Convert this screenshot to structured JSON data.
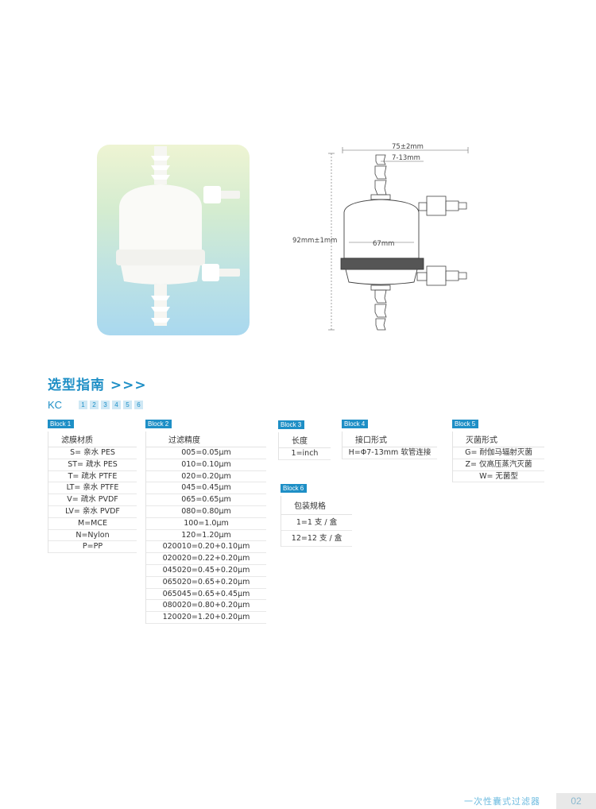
{
  "section_title": "选型指南 >>>",
  "code": {
    "prefix": "KC",
    "boxes": [
      "1",
      "2",
      "3",
      "4",
      "5",
      "6"
    ]
  },
  "drawing": {
    "width_label": "75±2mm",
    "connector_label": "7-13mm",
    "height_label": "92mm±1mm",
    "diameter_label": "67mm"
  },
  "blocks": {
    "b1": {
      "tag": "Block 1",
      "head": "滤膜材质",
      "rows": [
        "S= 亲水 PES",
        "ST= 疏水 PES",
        "T= 疏水 PTFE",
        "LT= 亲水 PTFE",
        "V= 疏水 PVDF",
        "LV= 亲水 PVDF",
        "M=MCE",
        "N=Nylon",
        "P=PP"
      ]
    },
    "b2": {
      "tag": "Block 2",
      "head": "过滤精度",
      "rows": [
        "005=0.05μm",
        "010=0.10μm",
        "020=0.20μm",
        "045=0.45μm",
        "065=0.65μm",
        "080=0.80μm",
        "100=1.0μm",
        "120=1.20μm",
        "020010=0.20+0.10μm",
        "020020=0.22+0.20μm",
        "045020=0.45+0.20μm",
        "065020=0.65+0.20μm",
        "065045=0.65+0.45μm",
        "080020=0.80+0.20μm",
        "120020=1.20+0.20μm"
      ]
    },
    "b3": {
      "tag": "Block 3",
      "head": "长度",
      "rows": [
        "1=inch"
      ]
    },
    "b4": {
      "tag": "Block 4",
      "head": "接口形式",
      "rows": [
        "H=Φ7-13mm 软管连接"
      ]
    },
    "b5": {
      "tag": "Block 5",
      "head": "灭菌形式",
      "rows": [
        "G= 耐伽马辐射灭菌",
        "Z= 仅高压蒸汽灭菌",
        "W= 无菌型"
      ]
    },
    "b6": {
      "tag": "Block 6",
      "head": "包装规格",
      "rows": [
        "1=1 支 / 盒",
        "12=12 支 / 盒"
      ]
    }
  },
  "footer": {
    "title": "一次性囊式过滤器",
    "page": "02"
  },
  "colors": {
    "accent": "#1e8fc6",
    "tag_bg": "#1e8fc6",
    "box_bg": "#cfe8f5"
  }
}
